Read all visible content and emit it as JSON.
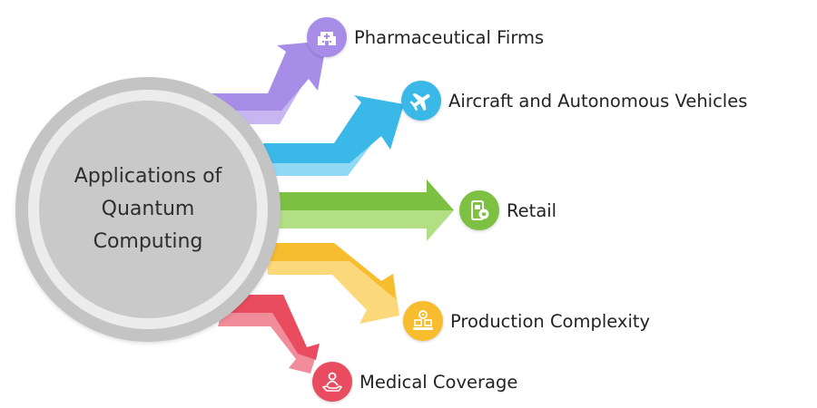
{
  "hub": {
    "title": "Applications of\nQuantum\nComputing"
  },
  "branches": [
    {
      "label": "Pharmaceutical Firms",
      "icon": "hospital-icon",
      "color": "#a78de8",
      "shade": "#c7b6f2"
    },
    {
      "label": "Aircraft and Autonomous Vehicles",
      "icon": "airplane-icon",
      "color": "#3ab8e8",
      "shade": "#8fd9f5"
    },
    {
      "label": "Retail",
      "icon": "shopping-app-icon",
      "color": "#7cc142",
      "shade": "#b3df84"
    },
    {
      "label": "Production Complexity",
      "icon": "production-line-icon",
      "color": "#f8bd2e",
      "shade": "#fbd97a"
    },
    {
      "label": "Medical Coverage",
      "icon": "medical-care-icon",
      "color": "#e94b5f",
      "shade": "#f18d9b"
    }
  ]
}
